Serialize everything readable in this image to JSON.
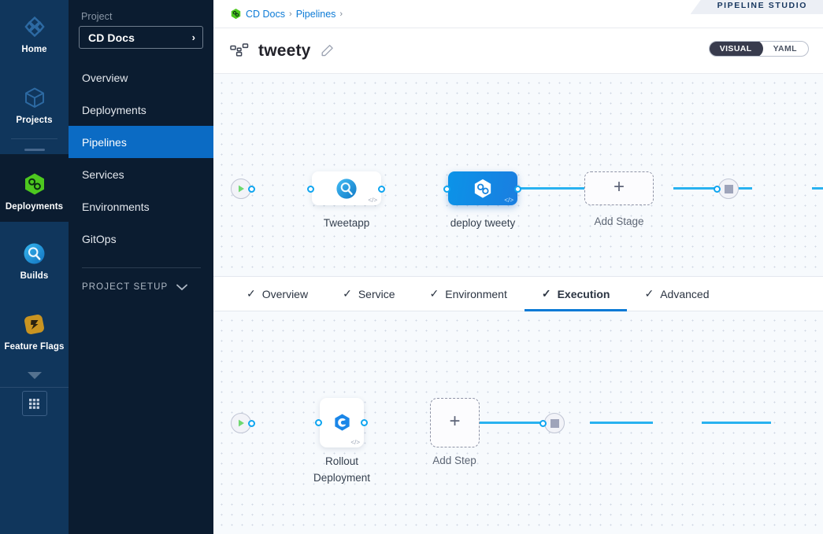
{
  "rail": {
    "items": [
      {
        "label": "Home",
        "icon": "home-diamond-icon",
        "active": false
      },
      {
        "label": "Projects",
        "icon": "cube-icon",
        "active": false
      },
      {
        "label": "Deployments",
        "icon": "deployments-hexagon-icon",
        "active": true
      },
      {
        "label": "Builds",
        "icon": "builds-circle-icon",
        "active": false
      },
      {
        "label": "Feature Flags",
        "icon": "feature-flags-icon",
        "active": false
      }
    ],
    "expand_caret": "caret-down-icon",
    "grid_button": "grid-apps-icon"
  },
  "sidebar": {
    "section_label": "Project",
    "project": {
      "name": "CD Docs",
      "chevron": "chevron-right-icon"
    },
    "items": [
      {
        "label": "Overview",
        "active": false
      },
      {
        "label": "Deployments",
        "active": false
      },
      {
        "label": "Pipelines",
        "active": true
      },
      {
        "label": "Services",
        "active": false
      },
      {
        "label": "Environments",
        "active": false
      },
      {
        "label": "GitOps",
        "active": false
      }
    ],
    "setup": {
      "label": "PROJECT SETUP",
      "chevron": "chevron-down-icon"
    }
  },
  "header": {
    "breadcrumb": {
      "project_icon": "project-hexagon-icon",
      "items": [
        "CD Docs",
        "Pipelines"
      ],
      "separator": "›"
    },
    "studio_banner": "PIPELINE STUDIO",
    "pipeline_icon": "pipeline-tree-icon",
    "pipeline_name": "tweety",
    "edit_icon": "pencil-edit-icon",
    "view_toggle": {
      "options": [
        "VISUAL",
        "YAML"
      ],
      "selected": "VISUAL"
    }
  },
  "stage_canvas": {
    "start_icon": "play-start-icon",
    "end_icon": "stop-end-icon",
    "stages": [
      {
        "label": "Tweetapp",
        "icon": "builds-circle-icon",
        "selected": false,
        "code_badge": "</>"
      },
      {
        "label": "deploy tweety",
        "icon": "deployments-hexagon-icon",
        "selected": true,
        "code_badge": "</>"
      }
    ],
    "add_stage": {
      "label": "Add Stage",
      "plus": "+"
    }
  },
  "tabs": [
    {
      "label": "Overview",
      "check": "✓",
      "active": false
    },
    {
      "label": "Service",
      "check": "✓",
      "active": false
    },
    {
      "label": "Environment",
      "check": "✓",
      "active": false
    },
    {
      "label": "Execution",
      "check": "✓",
      "active": true
    },
    {
      "label": "Advanced",
      "check": "✓",
      "active": false
    }
  ],
  "exec_canvas": {
    "start_icon": "play-start-icon",
    "end_icon": "stop-end-icon",
    "steps": [
      {
        "label_line1": "Rollout",
        "label_line2": "Deployment",
        "icon": "rollout-deployment-icon",
        "code_badge": "</>"
      }
    ],
    "add_step": {
      "label": "Add Step",
      "plus": "+"
    }
  },
  "colors": {
    "rail_bg": "#10365c",
    "sidebar_bg": "#0b1c30",
    "nav_active": "#0b6bc4",
    "accent_blue": "#0b7ad6",
    "edge_blue": "#29b2f0",
    "canvas_bg": "#f7fafd",
    "selected_stage": "#0b93e8",
    "deployments_green": "#4dc81f",
    "feature_flags_orange": "#c99421"
  }
}
